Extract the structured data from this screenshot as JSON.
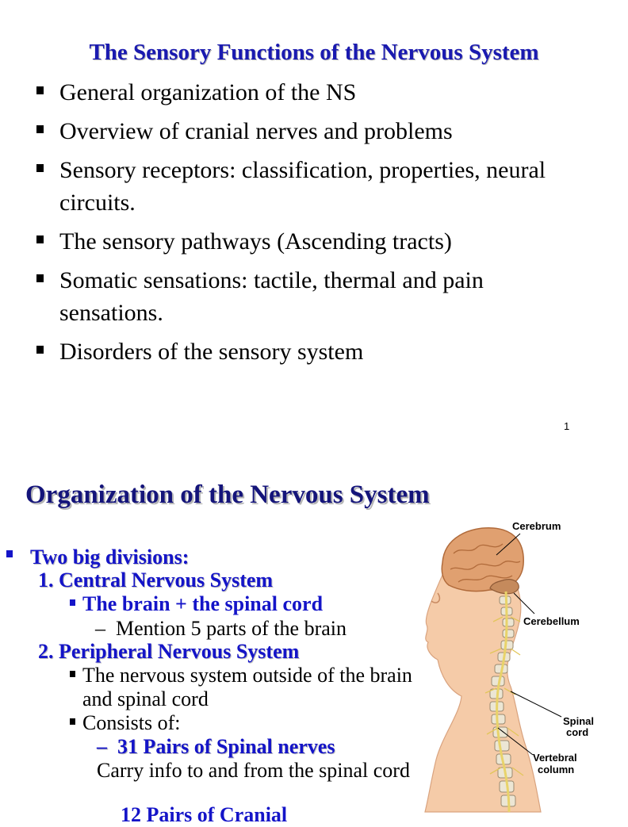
{
  "slide1": {
    "title": "The Sensory Functions of the Nervous System",
    "bullets": [
      "General organization of the NS",
      "Overview of cranial nerves and problems",
      "Sensory receptors: classification, properties, neural circuits.",
      "The sensory pathways (Ascending tracts)",
      "Somatic sensations: tactile, thermal and pain sensations.",
      "Disorders of the sensory system"
    ],
    "page_number": "1"
  },
  "slide2": {
    "title": "Organization of the Nervous System",
    "level1": "Two big divisions:",
    "item1": "1.  Central Nervous System",
    "item1_sub": "The brain + the spinal cord",
    "item1_dash": "Mention 5 parts of the brain",
    "item2": "2.  Peripheral Nervous System",
    "item2_sub1": "The nervous system outside of the brain and spinal cord",
    "item2_sub2": "Consists of:",
    "item2_dash": "31 Pairs of Spinal nerves",
    "item2_text": "Carry info to and from the spinal cord",
    "item2_cut": "12 Pairs of Cranial",
    "figure_labels": {
      "cerebrum": "Cerebrum",
      "cerebellum": "Cerebellum",
      "spinal_cord_1": "Spinal",
      "spinal_cord_2": "cord",
      "vertebral_1": "Vertebral",
      "vertebral_2": "column"
    }
  }
}
